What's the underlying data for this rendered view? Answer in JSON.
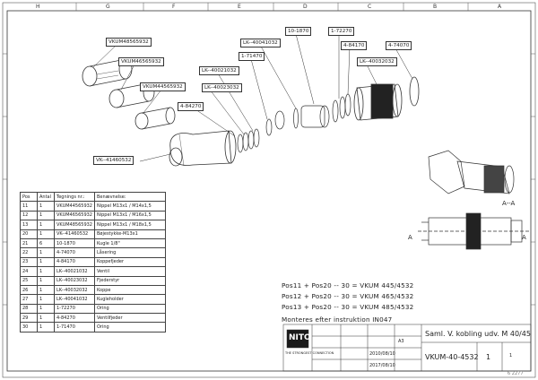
{
  "zones_top": [
    "H",
    "G",
    "F",
    "E",
    "D",
    "C",
    "B",
    "A"
  ],
  "callouts": {
    "vkum48565932": "VKUM48565932",
    "vkum46565932": "VKUM46565932",
    "vkum44565932": "VKUM44565932",
    "lk40023032": "LK--40023032",
    "lk40021032": "LK--40021032",
    "p71470": "1-71470",
    "lk40041032": "LK--40041032",
    "p10_1870": "10-1870",
    "p72270": "1-72270",
    "p84170": "4-84170",
    "p74070": "4-74070",
    "lk40032032": "LK--40032032",
    "p84270": "4-84270",
    "vk41460532": "VK--41460532"
  },
  "section_labels": {
    "aa": "A--A",
    "a_left": "A",
    "a_right": "A"
  },
  "bom": {
    "headers": [
      "Pos",
      "Antal",
      "Tegnings nr.:",
      "Benævnelse:"
    ],
    "rows": [
      [
        "11",
        "1",
        "VKUM44565932",
        "Nippel M13x1 / M14x1,5"
      ],
      [
        "12",
        "1",
        "VKUM46565932",
        "Nippel M13x1 / M16x1,5"
      ],
      [
        "13",
        "1",
        "VKUM48565932",
        "Nippel M13x1 / M18x1,5"
      ],
      [
        "20",
        "1",
        "VK--41460532",
        "Bøjestykke-M13x1"
      ],
      [
        "21",
        "6",
        "10-1870",
        "Kugle 1/8\""
      ],
      [
        "22",
        "1",
        "4-74070",
        "Låsering"
      ],
      [
        "23",
        "1",
        "4-84170",
        "Koppefjeder"
      ],
      [
        "24",
        "1",
        "LK--40021032",
        "Ventil"
      ],
      [
        "25",
        "1",
        "LK--40023032",
        "Fjederstyr"
      ],
      [
        "26",
        "1",
        "LK--40032032",
        "Koppe"
      ],
      [
        "27",
        "1",
        "LK--40041032",
        "Kugleholder"
      ],
      [
        "28",
        "1",
        "1-72270",
        "Oring"
      ],
      [
        "29",
        "1",
        "4-84270",
        "Ventilfjeder"
      ],
      [
        "30",
        "1",
        "1-71470",
        "Oring"
      ]
    ]
  },
  "pos_notes": [
    "Pos11 + Pos20 -- 30 = VKUM 445/4532",
    "Pos12 + Pos20 -- 30 = VKUM 465/4532",
    "Pos13 + Pos20 -- 30 = VKUM 485/4532",
    "Monteres efter instruktion IN047"
  ],
  "title_block": {
    "logo": "NITO",
    "logo_sub": "THE STRONGEST CONNECTION",
    "title": "Saml. V. kobling udv. M 40/45",
    "drawing_no": "VKUM-40-4532",
    "sheet": "1",
    "rev": "1",
    "format": "A3",
    "date1": "2010/08/10",
    "date2": "2017/08/10",
    "footer": "6 2277"
  }
}
